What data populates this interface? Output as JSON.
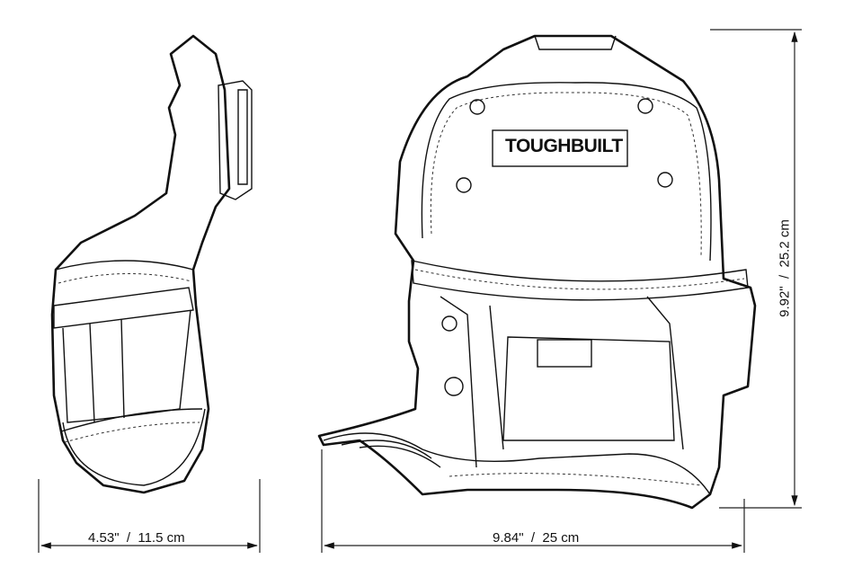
{
  "brand_logo": "TOUGHBUILT",
  "dimensions": {
    "side_width": "4.53\"  /  11.5 cm",
    "front_width": "9.84\"  /  25 cm",
    "height": "9.92\"  /  25.2 cm"
  }
}
